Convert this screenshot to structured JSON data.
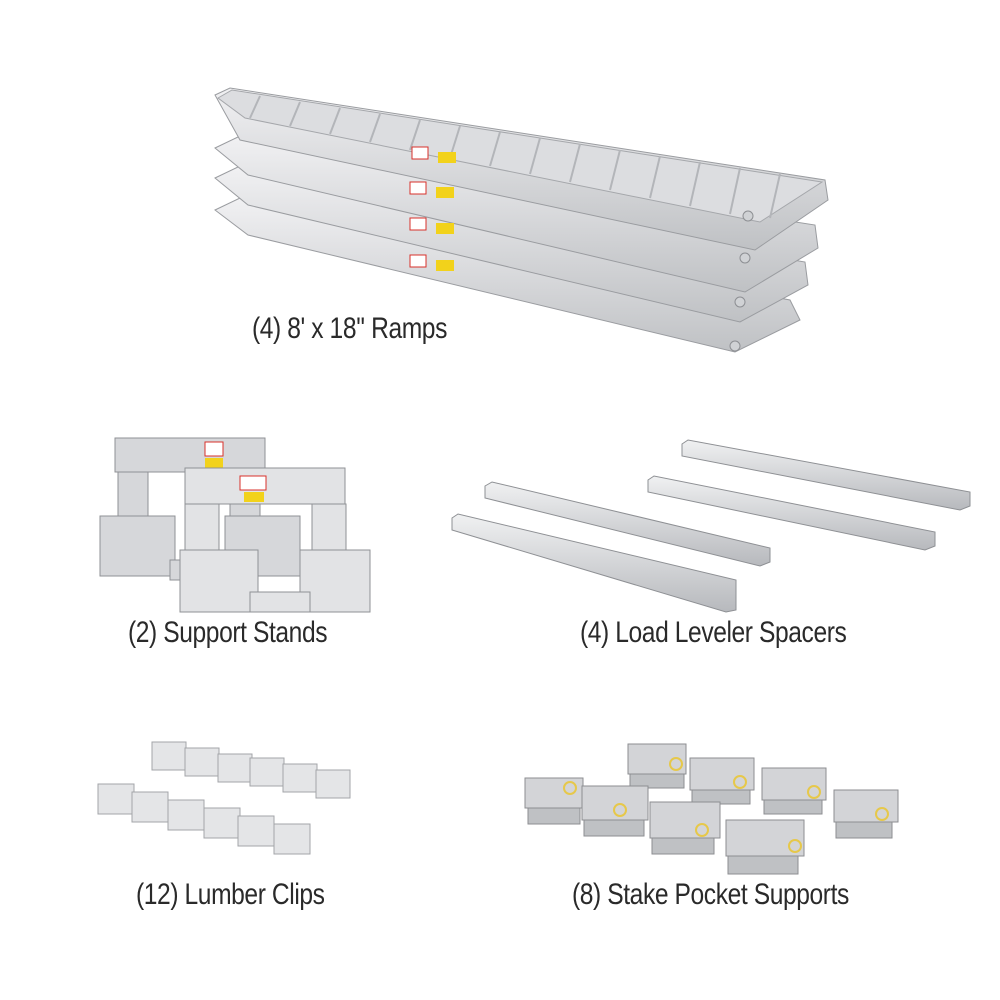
{
  "items": {
    "ramps": {
      "caption": "(4) 8' x 18'' Ramps"
    },
    "support_stands": {
      "caption": "(2) Support Stands"
    },
    "load_leveler_spacers": {
      "caption": "(4) Load Leveler Spacers"
    },
    "lumber_clips": {
      "caption": "(12) Lumber Clips"
    },
    "stake_pocket_supports": {
      "caption": "(8) Stake Pocket Supports"
    }
  },
  "colors": {
    "aluminum_light": "#e8e8ea",
    "aluminum_mid": "#c9cacd",
    "aluminum_dark": "#9a9ca0",
    "label_yellow": "#f2d21b",
    "label_red": "#d8312b"
  }
}
